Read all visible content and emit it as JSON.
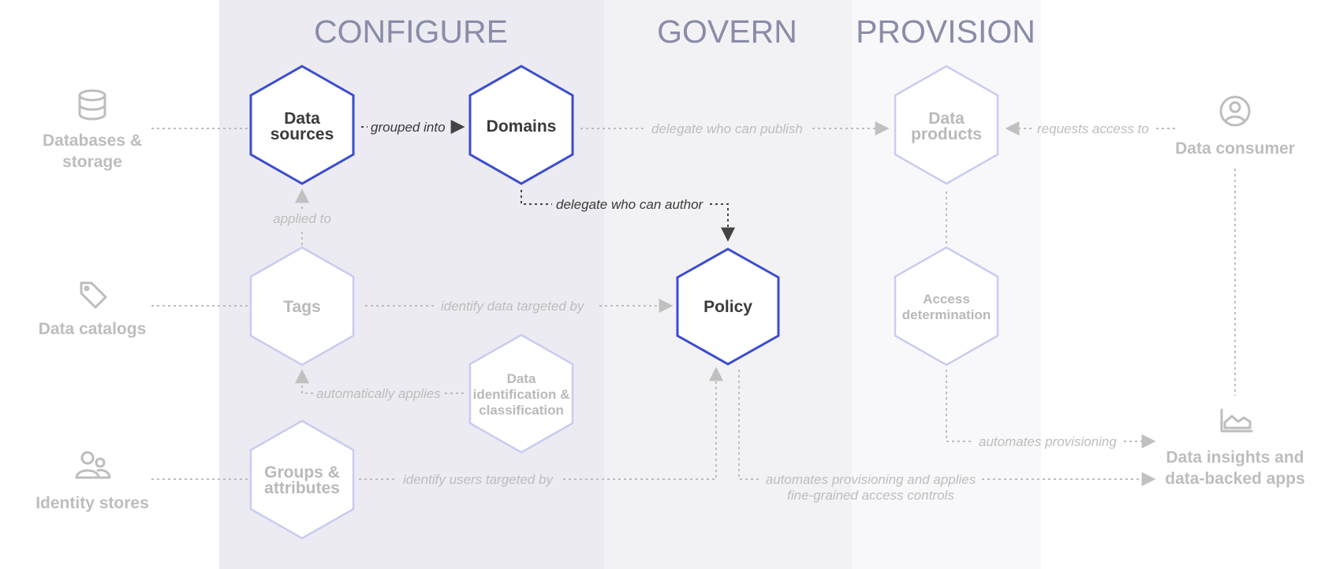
{
  "columns": {
    "configure": "CONFIGURE",
    "govern": "GOVERN",
    "provision": "PROVISION"
  },
  "nodes": {
    "data_sources": [
      "Data",
      "sources"
    ],
    "domains": "Domains",
    "data_products": [
      "Data",
      "products"
    ],
    "tags": "Tags",
    "policy": "Policy",
    "access_determination": [
      "Access",
      "determination"
    ],
    "data_identification": [
      "Data",
      "identification &",
      "classification"
    ],
    "groups_attributes": [
      "Groups &",
      "attributes"
    ]
  },
  "sources": {
    "databases": [
      "Databases &",
      "storage"
    ],
    "catalogs": "Data catalogs",
    "identity": "Identity stores"
  },
  "consumers": {
    "data_consumer": "Data consumer",
    "insights": [
      "Data insights and",
      "data-backed apps"
    ]
  },
  "connections": {
    "grouped_into": "grouped into",
    "delegate_publish": "delegate who can publish",
    "requests_access": "requests access to",
    "delegate_author": "delegate who can author",
    "applied_to": "applied to",
    "identify_data": "identify data targeted by",
    "automatically_applies": "automatically applies",
    "identify_users": "identify users targeted by",
    "automates_provisioning": "automates provisioning",
    "automates_provisioning_fg": [
      "automates provisioning and applies",
      "fine-grained access controls"
    ]
  },
  "icons": {
    "databases": "database-icon",
    "catalogs": "tag-icon",
    "identity": "users-icon",
    "consumer": "user-circle-icon",
    "insights": "area-chart-icon"
  },
  "colors": {
    "configure_band": "#ebebf1",
    "govern_band": "#f2f2f5",
    "provision_band": "#f8f8fa",
    "active_stroke": "#3b4ccf",
    "faded_stroke": "#c9ccf0",
    "header_text": "#8a8ca8"
  }
}
